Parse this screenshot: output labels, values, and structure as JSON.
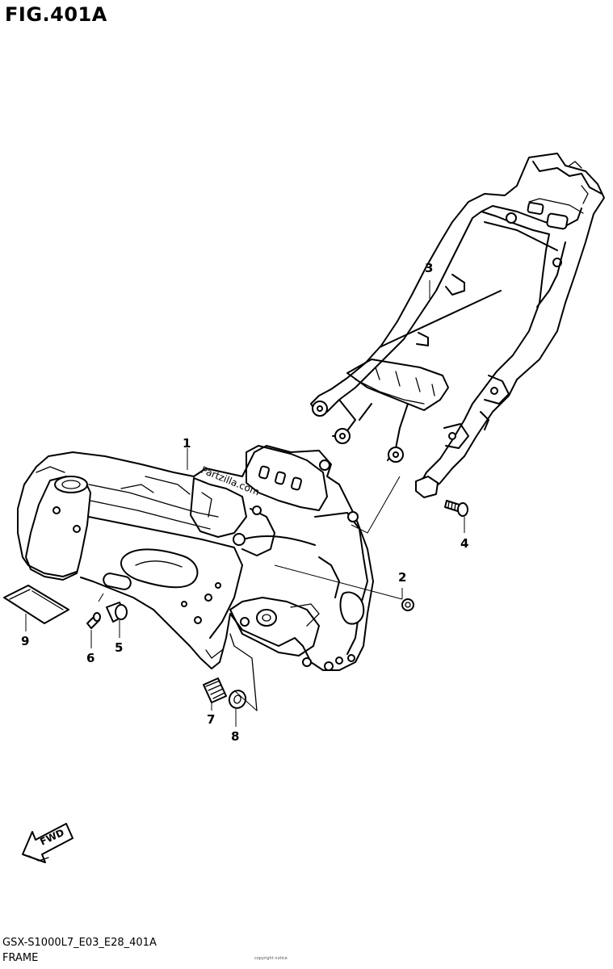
{
  "figure": {
    "title": "FIG.401A",
    "code": "GSX-S1000L7_E03_E28_401A",
    "name": "FRAME",
    "watermark": "Partzilla.com",
    "fine_print": "copyright notice"
  },
  "fwd_label": "FWD",
  "callouts": [
    {
      "id": "1",
      "label": "1"
    },
    {
      "id": "2",
      "label": "2"
    },
    {
      "id": "3",
      "label": "3"
    },
    {
      "id": "4",
      "label": "4"
    },
    {
      "id": "5",
      "label": "5"
    },
    {
      "id": "6",
      "label": "6"
    },
    {
      "id": "7",
      "label": "7"
    },
    {
      "id": "8",
      "label": "8"
    },
    {
      "id": "9",
      "label": "9"
    }
  ]
}
